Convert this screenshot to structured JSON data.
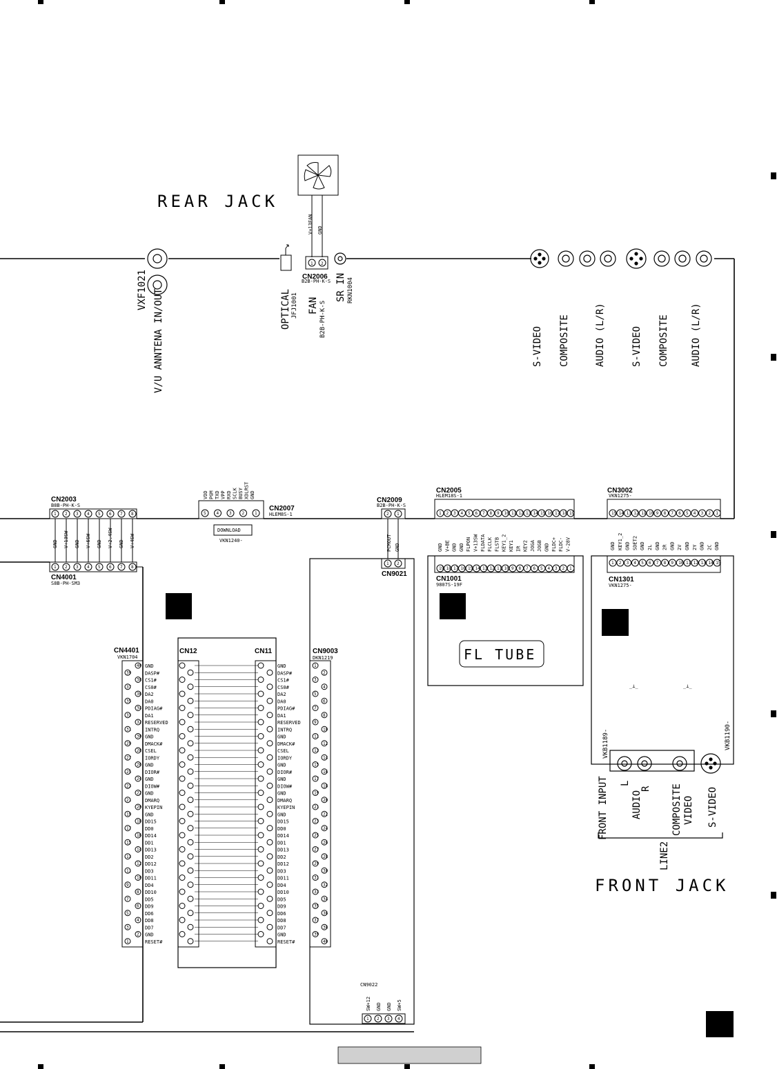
{
  "titles": {
    "rear_jack": "REAR JACK",
    "front_jack": "FRONT JACK",
    "fl_tube": "FL TUBE"
  },
  "rear": {
    "vxf_ref": "VXF1021",
    "antenna_label": "V/U ANNTENA IN/OUT",
    "optical_label": "OPTICAL",
    "optical_part": "JFJ1001",
    "fan_label": "FAN",
    "fan_part": "B2B-PH-K-S",
    "fan_pins": [
      "V+13FAN",
      "GND"
    ],
    "sr_label": "SR IN",
    "sr_part": "RKN1004",
    "cn2006": "CN2006",
    "cn2006_part": "B2B-PH-K-S",
    "jacks": [
      "S-VIDEO",
      "COMPOSITE",
      "AUDIO (L/R)",
      "S-VIDEO",
      "COMPOSITE",
      "AUDIO (L/R)"
    ]
  },
  "connectors": {
    "cn2003": {
      "name": "CN2003",
      "part": "B8B-PH-K-S"
    },
    "cn4001": {
      "name": "CN4001",
      "part": "S8B-PH-SM3"
    },
    "cn4001_pins": [
      "GND",
      "V+13SW",
      "GND",
      "V+6SW",
      "GND",
      "V+2.4SW",
      "GND",
      "V+4SW"
    ],
    "cn2007": {
      "name": "CN2007",
      "part": "HLEM8S-1"
    },
    "cn2007_pins": [
      "VDD",
      "PGM",
      "TXD",
      "VPP",
      "RXD",
      "SCLK",
      "BUSY",
      "XDLRST",
      "GND"
    ],
    "download": "DOWNLOAD",
    "download_part": "VKN1240-",
    "cn2009": {
      "name": "CN2009",
      "part": "B2B-PH-K-S"
    },
    "cn9021": "CN9021",
    "cn9021_pins": [
      "PCMOUT",
      "GND"
    ],
    "cn2005": {
      "name": "CN2005",
      "part": "HLEM18S-1"
    },
    "cn1001": {
      "name": "CN1001",
      "part": "9807S-19F"
    },
    "cn1001_pins": [
      "GND",
      "V+BE",
      "GND",
      "GND",
      "FLPON",
      "V+13SW",
      "FLDATA",
      "FLCLK",
      "FLSTB",
      "KEY1_2",
      "KEY1",
      "IR",
      "KEY2",
      "JOGA",
      "JOGB",
      "GND",
      "FLDC+",
      "FLDC-",
      "V-28V"
    ],
    "cn3002": {
      "name": "CN3002",
      "part": "VKN1275-"
    },
    "cn1301": {
      "name": "CN1301",
      "part": "VKN1275-"
    },
    "cn1301_pins": [
      "GND",
      "KEY1_2",
      "GND",
      "SDET2",
      "GND",
      "2L",
      "GND",
      "2R",
      "GND",
      "2V",
      "GND",
      "2Y",
      "GND",
      "2C",
      "GND"
    ],
    "cn4401": {
      "name": "CN4401",
      "part": "VKN1704"
    },
    "cn12": "CN12",
    "cn11": "CN11",
    "cn9003": {
      "name": "CN9003",
      "part": "DKN1219"
    },
    "cn9022": "CN9022",
    "cn9022_pins": [
      "SW+12",
      "GND",
      "GND",
      "SW+5"
    ]
  },
  "ide_signals": [
    "GND",
    "DASP#",
    "CS1#",
    "CS0#",
    "DA2",
    "DA0",
    "PDIAG#",
    "DA1",
    "RESERVED",
    "INTRQ",
    "GND",
    "DMACK#",
    "CSEL",
    "IORDY",
    "GND",
    "DIOR#",
    "GND",
    "DIOW#",
    "GND",
    "DMARQ",
    "KYEPIN",
    "GND",
    "DD15",
    "DD0",
    "DD14",
    "DD1",
    "DD13",
    "DD2",
    "DD12",
    "DD3",
    "DD11",
    "DD4",
    "DD10",
    "DD5",
    "DD9",
    "DD6",
    "DD8",
    "DD7",
    "GND",
    "RESET#"
  ],
  "ide_signals_right": [
    "GND",
    "DASP#",
    "CS1#",
    "CS0#",
    "DA2",
    "DA0",
    "PDIAG#",
    "DA1",
    "RESERVED",
    "INTRQ",
    "GND",
    "DMACK#",
    "CSEL",
    "IORDY",
    "GND",
    "DIOR#",
    "GND",
    "DIOW#",
    "GND",
    "DMARQ",
    "KYEPIN",
    "GND",
    "DD15",
    "DD0",
    "DD14",
    "DD1",
    "DD13",
    "DD2",
    "DD12",
    "DD3",
    "DD11",
    "DD4",
    "DD10",
    "DD5",
    "DD9",
    "DD6",
    "DD8",
    "DD7",
    "GND",
    "RESET#"
  ],
  "front": {
    "vkb1189": "VKB1189-",
    "vkb1190": "VKB1190-",
    "front_input": "FRONT INPUT",
    "audio": "AUDIO",
    "l": "L",
    "r": "R",
    "composite": "COMPOSITE",
    "video": "VIDEO",
    "svideo": "S-VIDEO",
    "line2": "LINE2"
  }
}
